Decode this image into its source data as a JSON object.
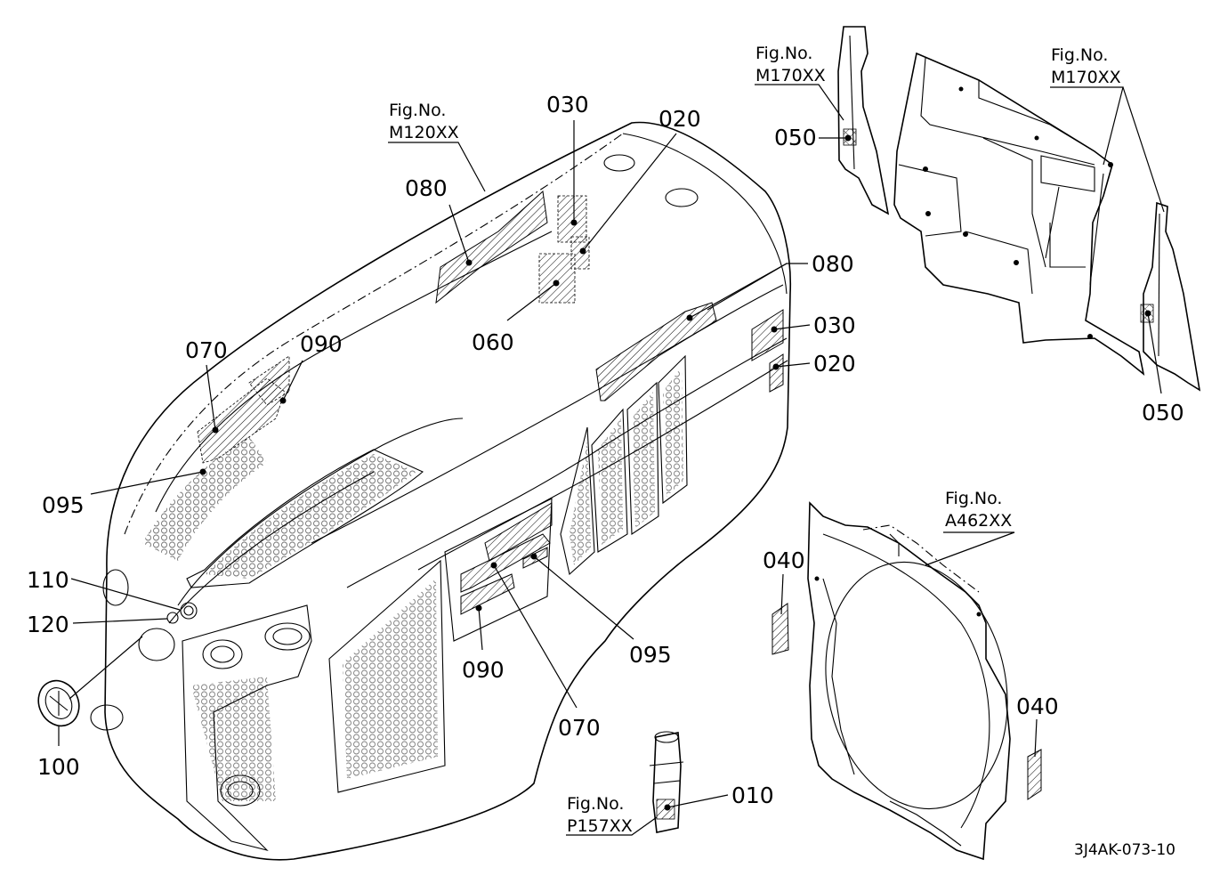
{
  "diagram": {
    "drawing_code": "3J4AK-073-10",
    "fig_refs": [
      {
        "id": "m120",
        "prefix": "Fig.No.",
        "code": "M120XX"
      },
      {
        "id": "m170a",
        "prefix": "Fig.No.",
        "code": "M170XX"
      },
      {
        "id": "m170b",
        "prefix": "Fig.No.",
        "code": "M170XX"
      },
      {
        "id": "a462",
        "prefix": "Fig.No.",
        "code": "A462XX"
      },
      {
        "id": "p157",
        "prefix": "Fig.No.",
        "code": "P157XX"
      }
    ],
    "callouts": [
      {
        "id": "c030a",
        "text": "030"
      },
      {
        "id": "c020a",
        "text": "020"
      },
      {
        "id": "c080a",
        "text": "080"
      },
      {
        "id": "c060",
        "text": "060"
      },
      {
        "id": "c070a",
        "text": "070"
      },
      {
        "id": "c090a",
        "text": "090"
      },
      {
        "id": "c095a",
        "text": "095"
      },
      {
        "id": "c110",
        "text": "110"
      },
      {
        "id": "c120",
        "text": "120"
      },
      {
        "id": "c100",
        "text": "100"
      },
      {
        "id": "c080b",
        "text": "080"
      },
      {
        "id": "c030b",
        "text": "030"
      },
      {
        "id": "c020b",
        "text": "020"
      },
      {
        "id": "c095b",
        "text": "095"
      },
      {
        "id": "c090b",
        "text": "090"
      },
      {
        "id": "c070b",
        "text": "070"
      },
      {
        "id": "c010",
        "text": "010"
      },
      {
        "id": "c050a",
        "text": "050"
      },
      {
        "id": "c050b",
        "text": "050"
      },
      {
        "id": "c040a",
        "text": "040"
      },
      {
        "id": "c040b",
        "text": "040"
      }
    ]
  }
}
